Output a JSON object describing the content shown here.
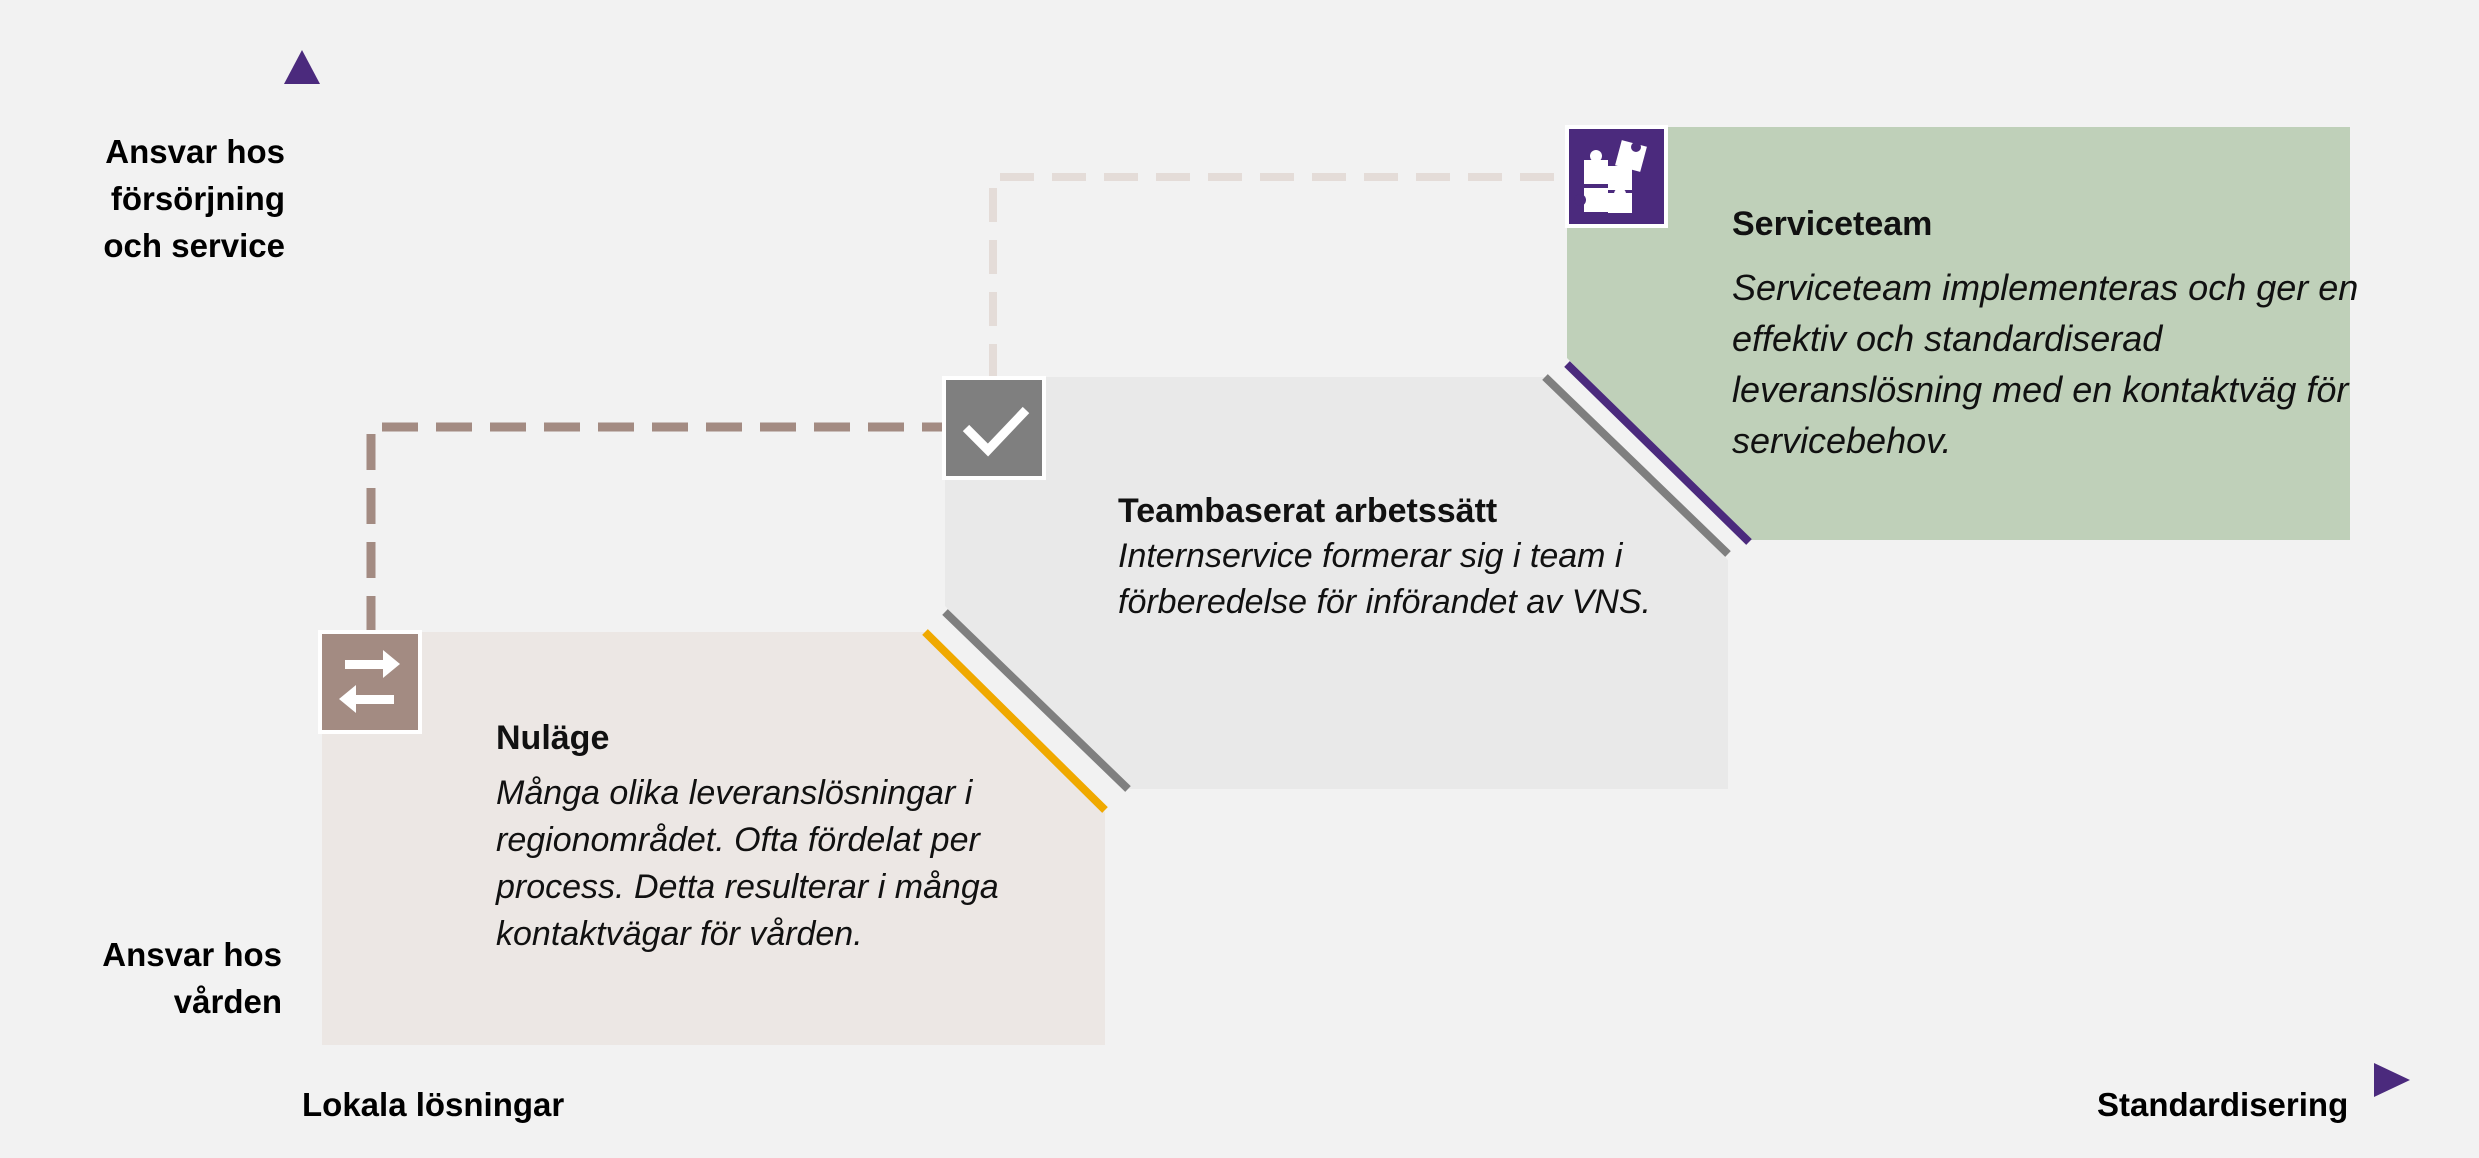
{
  "axes": {
    "y_top_label": [
      "Ansvar hos",
      "försörjning",
      "och service"
    ],
    "y_bottom_label": [
      "Ansvar hos",
      "vården"
    ],
    "x_left_label": "Lokala lösningar",
    "x_right_label": "Standardisering"
  },
  "stages": [
    {
      "id": "nulage",
      "title": "Nuläge",
      "description": "Många olika leveranslösningar i regionområdet. Ofta fördelat per process. Detta resulterar i många kontaktvägar för vården.",
      "icon": "swap-arrows-icon",
      "fill": "#ece7e4",
      "icon_bg": "#a38b82",
      "edge_color": "#f0a900"
    },
    {
      "id": "team",
      "title": "Teambaserat arbetssätt",
      "description": "Internservice formerar sig i team i förberedelse för införandet av VNS.",
      "icon": "checkmark-icon",
      "fill": "#e9e9e9",
      "icon_bg": "#7f7f7f",
      "edge_color": "#7f7f7f"
    },
    {
      "id": "service",
      "title": "Serviceteam",
      "description": "Serviceteam implementeras och ger en effektiv och standardiserad leveranslösning med en kontaktväg för servicebehov.",
      "icon": "puzzle-icon",
      "fill": "#bfd0b9",
      "icon_bg": "#4b2a7d",
      "edge_color": "#4b2a7d"
    }
  ],
  "connectors": {
    "first_color": "#a38b82",
    "second_color": "#e4dcd8"
  },
  "colors": {
    "axis_start": "#a38b82",
    "axis_mid": "#d9d9d9",
    "axis_end": "#4b2a7d",
    "background": "#f2f2f2"
  }
}
